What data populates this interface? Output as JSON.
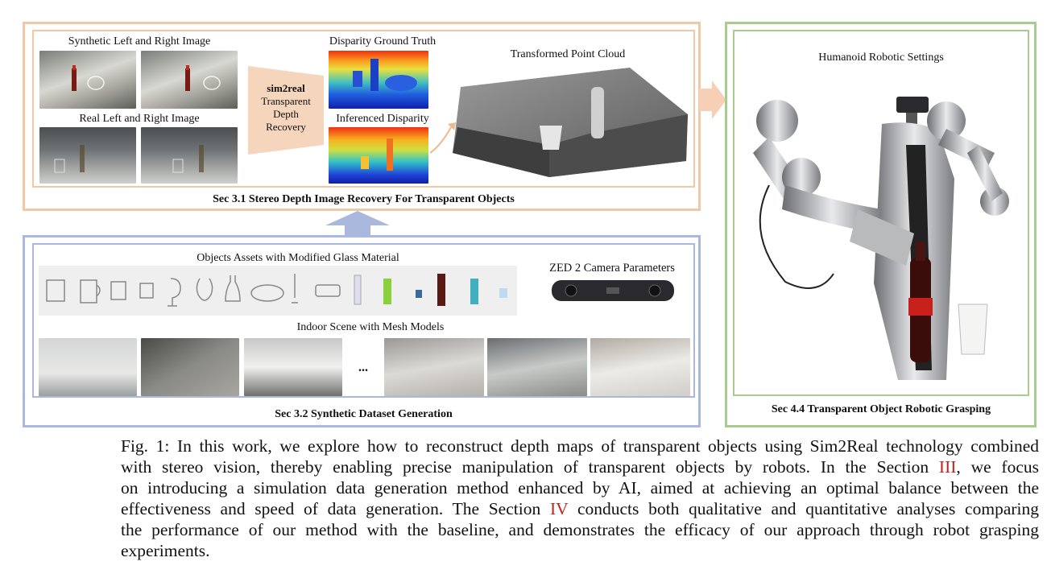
{
  "sec31": {
    "title": "Sec 3.1  Stereo Depth Image Recovery For Transparent Objects",
    "synthetic_label": "Synthetic Left and Right Image",
    "real_label": "Real Left and Right Image",
    "sim2real_title": "sim2real",
    "sim2real_sub1": "Transparent",
    "sim2real_sub2": "Depth",
    "sim2real_sub3": "Recovery",
    "disparity_gt_label": "Disparity Ground Truth",
    "inferenced_label": "Inferenced Disparity",
    "point_cloud_label": "Transformed Point Cloud"
  },
  "sec32": {
    "title": "Sec 3.2  Synthetic Dataset Generation",
    "assets_label": "Objects Assets with Modified Glass Material",
    "camera_label": "ZED 2 Camera Parameters",
    "scene_label": "Indoor Scene with Mesh Models",
    "ellipsis": "..."
  },
  "sec44": {
    "title": "Sec 4.4  Transparent Object Robotic Grasping",
    "settings_label": "Humanoid Robotic Settings"
  },
  "caption": {
    "line1": "Fig. 1: In this work, we explore how to reconstruct depth maps of transparent objects using Sim2Real technology combined",
    "line2": "with stereo vision, thereby enabling precise manipulation of transparent objects by robots. In the Section ",
    "ref1": "III",
    "line2b": ", we focus",
    "line3": "on introducing a simulation data generation method enhanced by AI, aimed at achieving an optimal balance between the",
    "line4a": "effectiveness and speed of data generation. The Section ",
    "ref2": "IV",
    "line4b": " conducts both qualitative and quantitative analyses comparing",
    "line5": "the performance of our method with the baseline, and demonstrates the efficacy of our approach through robot grasping",
    "line6": "experiments."
  },
  "colors": {
    "sec31_border": "#f2c7a6",
    "sec32_border": "#a9b8dc",
    "sec44_border": "#a9cc8e",
    "reference_red": "#c0221e"
  }
}
